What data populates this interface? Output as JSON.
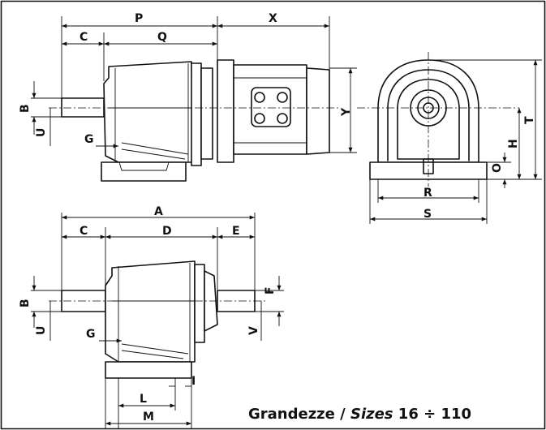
{
  "caption": {
    "prefix": "Grandezze / ",
    "italic": "Sizes",
    "suffix": " 16 ÷ 110"
  },
  "labels": {
    "P": "P",
    "X": "X",
    "C_top": "C",
    "Q": "Q",
    "B_top": "B",
    "U_top": "U",
    "G_top": "G",
    "Y": "Y",
    "T": "T",
    "H": "H",
    "O": "O",
    "R": "R",
    "S": "S",
    "A": "A",
    "C_bot": "C",
    "D": "D",
    "E": "E",
    "B_bot": "B",
    "U_bot": "U",
    "G_bot": "G",
    "F": "F",
    "V": "V",
    "I": "I",
    "L": "L",
    "M": "M"
  }
}
